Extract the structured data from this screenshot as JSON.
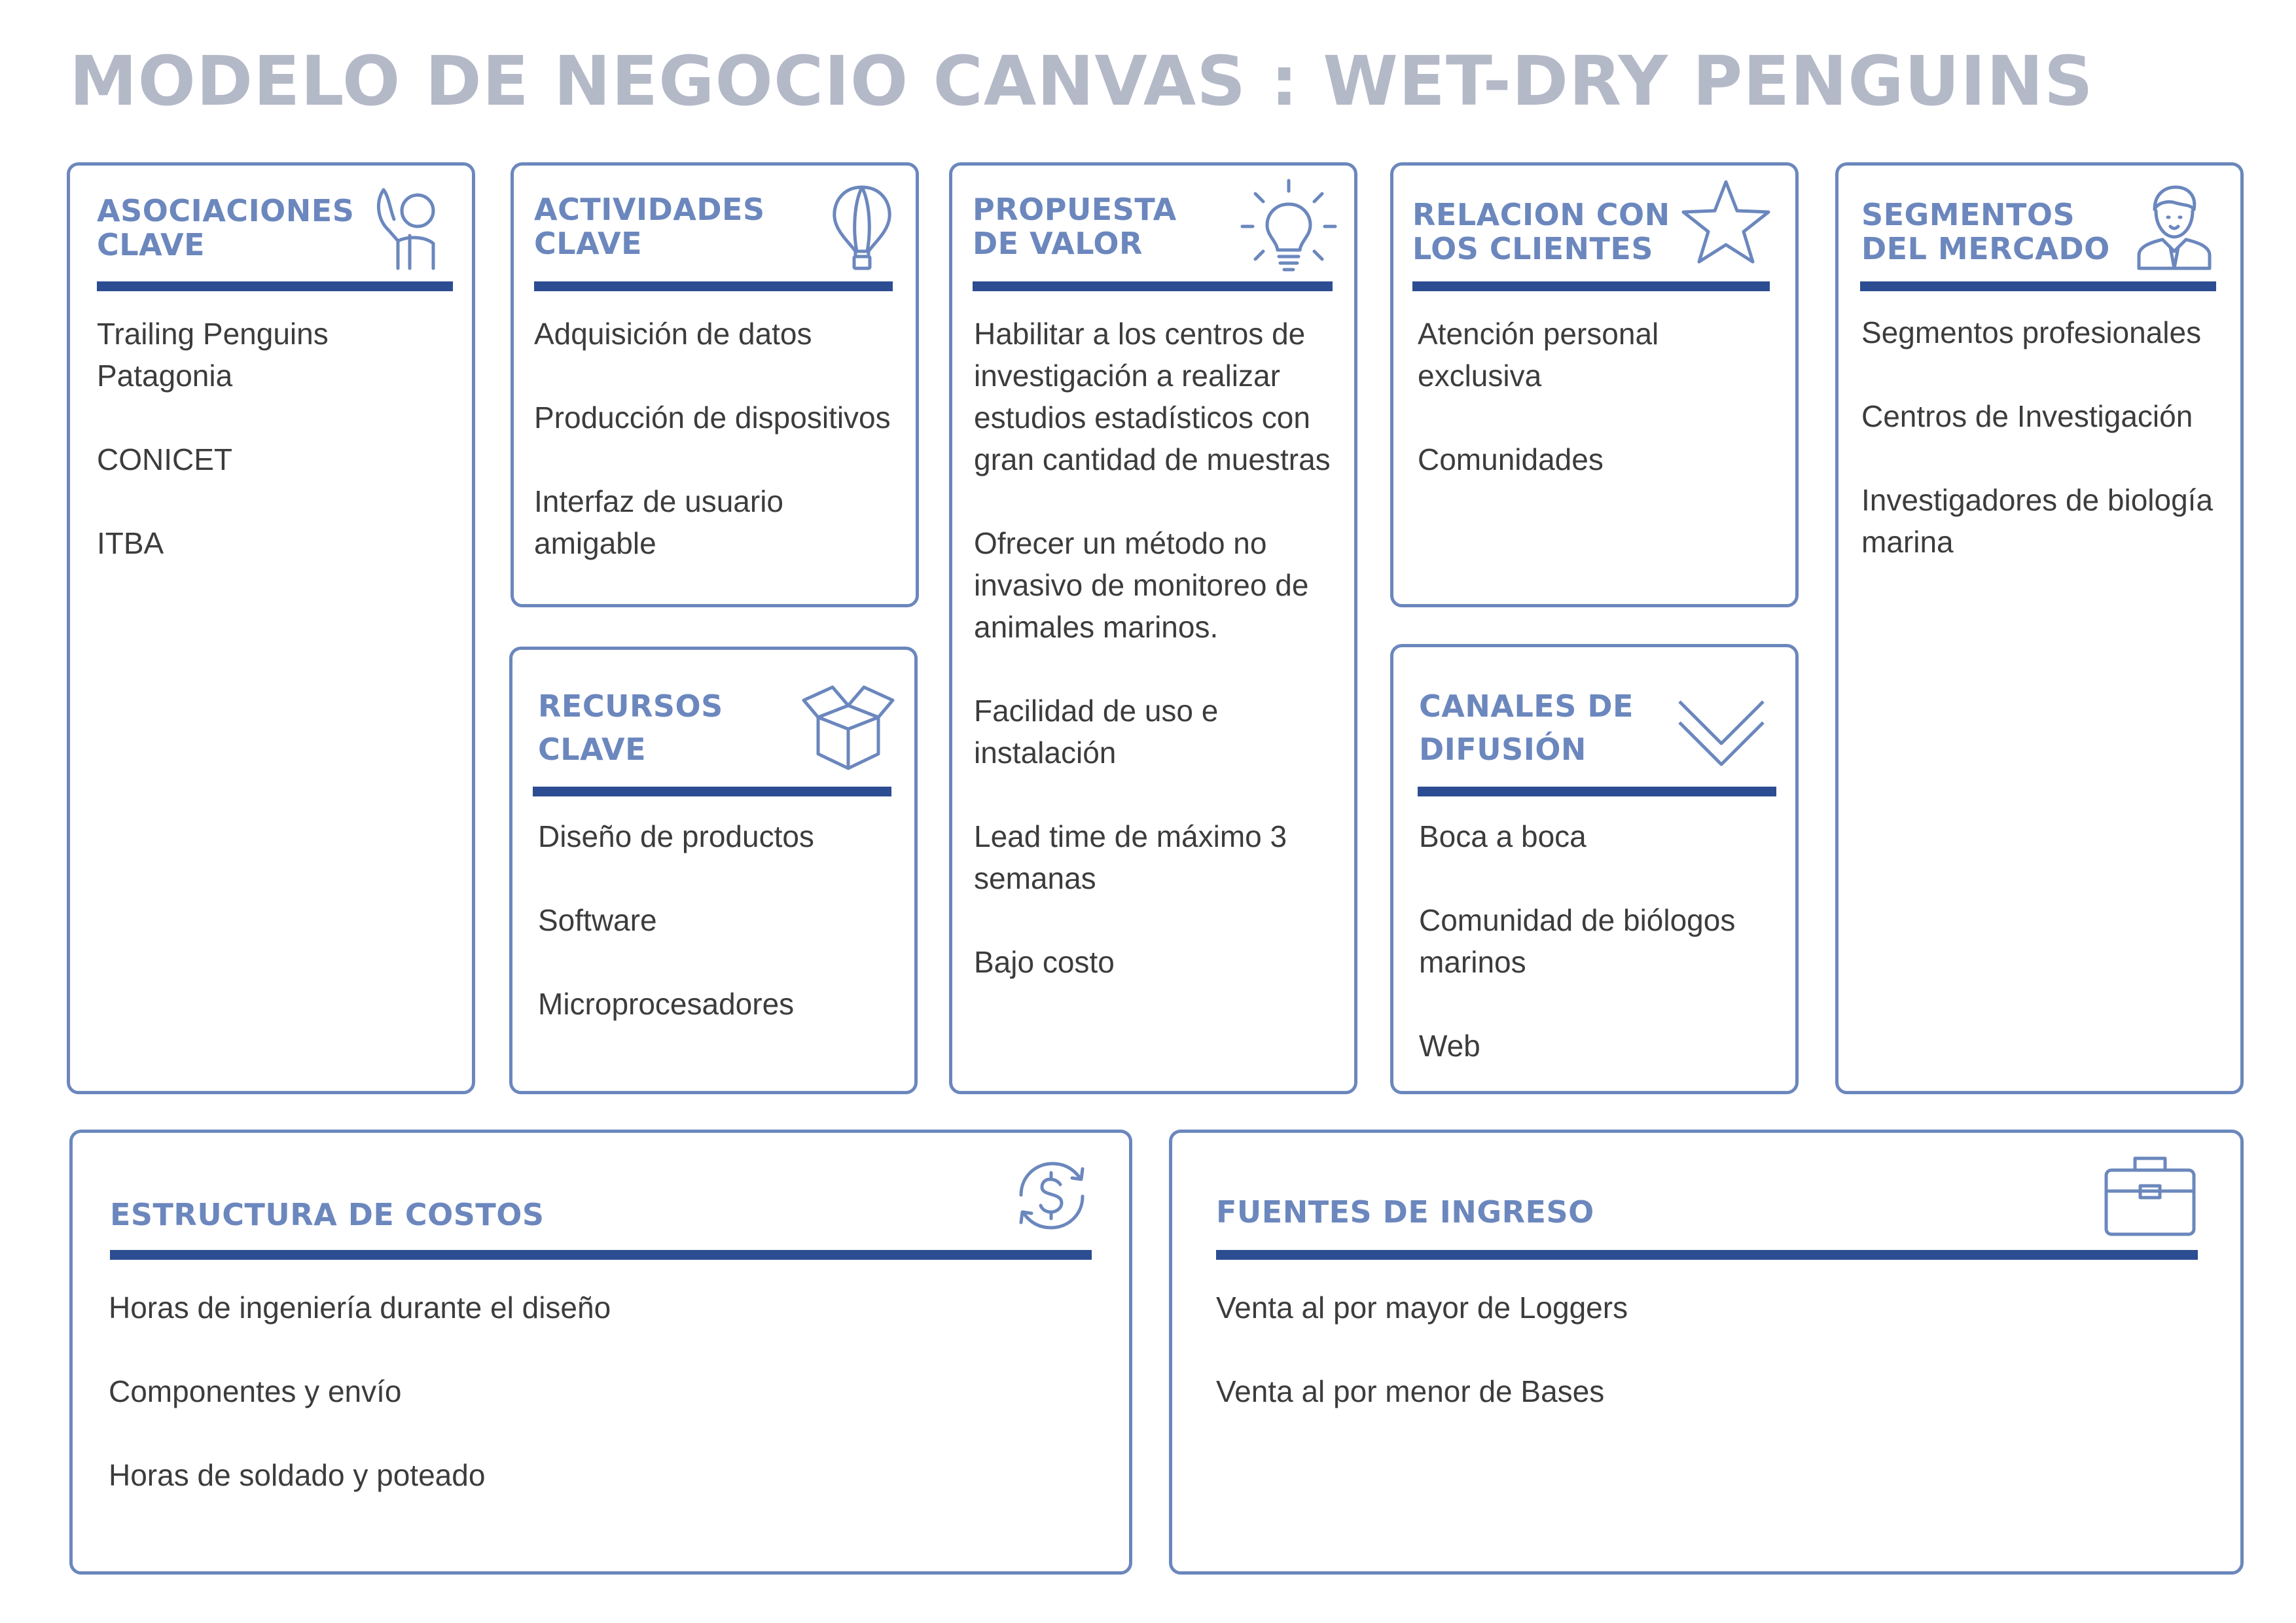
{
  "title": "MODELO DE NEGOCIO CANVAS : WET-DRY PENGUINS",
  "colors": {
    "accent": "#6b87bd",
    "rule": "#2d4d92",
    "title": "#b3b9c7",
    "text": "#3c3c3c"
  },
  "blocks": {
    "asociaciones": {
      "heading": [
        "ASOCIACIONES",
        "CLAVE"
      ],
      "icon": "raised-hand-icon",
      "items": [
        "Trailing Penguins Patagonia",
        "CONICET",
        "ITBA"
      ]
    },
    "actividades": {
      "heading": [
        "ACTIVIDADES",
        "CLAVE"
      ],
      "icon": "hot-air-balloon-icon",
      "items": [
        "Adquisición de datos",
        "Producción de dispositivos",
        "Interfaz de usuario amigable"
      ]
    },
    "recursos": {
      "heading": [
        "RECURSOS",
        "CLAVE"
      ],
      "icon": "open-box-icon",
      "items": [
        "Diseño de productos",
        "Software",
        "Microprocesadores"
      ]
    },
    "propuesta": {
      "heading": [
        "PROPUESTA",
        "DE VALOR"
      ],
      "icon": "lightbulb-icon",
      "items": [
        "Habilitar a los centros de investigación a realizar estudios estadísticos con gran cantidad de muestras",
        "Ofrecer un método no invasivo de monitoreo de animales marinos.",
        "Facilidad de uso e instalación",
        "Lead time de máximo 3 semanas",
        "Bajo costo"
      ]
    },
    "relacion": {
      "heading": [
        "RELACION CON",
        "LOS CLIENTES"
      ],
      "icon": "star-icon",
      "items": [
        "Atención personal exclusiva",
        "Comunidades"
      ]
    },
    "canales": {
      "heading": [
        "CANALES DE",
        "DIFUSIÓN"
      ],
      "icon": "chevron-down-icon",
      "items": [
        "Boca a boca",
        "Comunidad de biólogos marinos",
        "Web"
      ]
    },
    "segmentos": {
      "heading": [
        "SEGMENTOS",
        "DEL MERCADO"
      ],
      "icon": "person-icon",
      "items": [
        "Segmentos profesionales",
        "Centros de Investigación",
        "Investigadores de biología marina"
      ]
    },
    "costos": {
      "heading": [
        "ESTRUCTURA DE COSTOS"
      ],
      "icon": "dollar-refresh-icon",
      "items": [
        "Horas de ingeniería durante el diseño",
        "Componentes y envío",
        "Horas de soldado y poteado"
      ]
    },
    "ingresos": {
      "heading": [
        "FUENTES DE INGRESO"
      ],
      "icon": "briefcase-icon",
      "items": [
        "Venta al por mayor de Loggers",
        "Venta al por menor de Bases"
      ]
    }
  }
}
